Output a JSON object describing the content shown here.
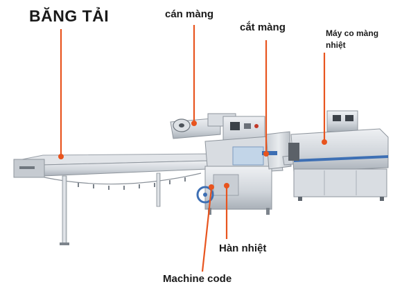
{
  "labels": {
    "conveyor": "BĂNG TẢI",
    "film_roll": "cán màng",
    "film_cut": "cắt màng",
    "shrink_machine_line1": "Máy co màng",
    "shrink_machine_line2": "nhiệt",
    "heat_seal": "Hàn nhiệt",
    "machine_code": "Machine code"
  },
  "colors": {
    "pointer": "#e8541e",
    "machine_body": "#d7dbe0",
    "machine_shadow": "#a9b0b8",
    "accent_blue": "#3d6fb4"
  }
}
